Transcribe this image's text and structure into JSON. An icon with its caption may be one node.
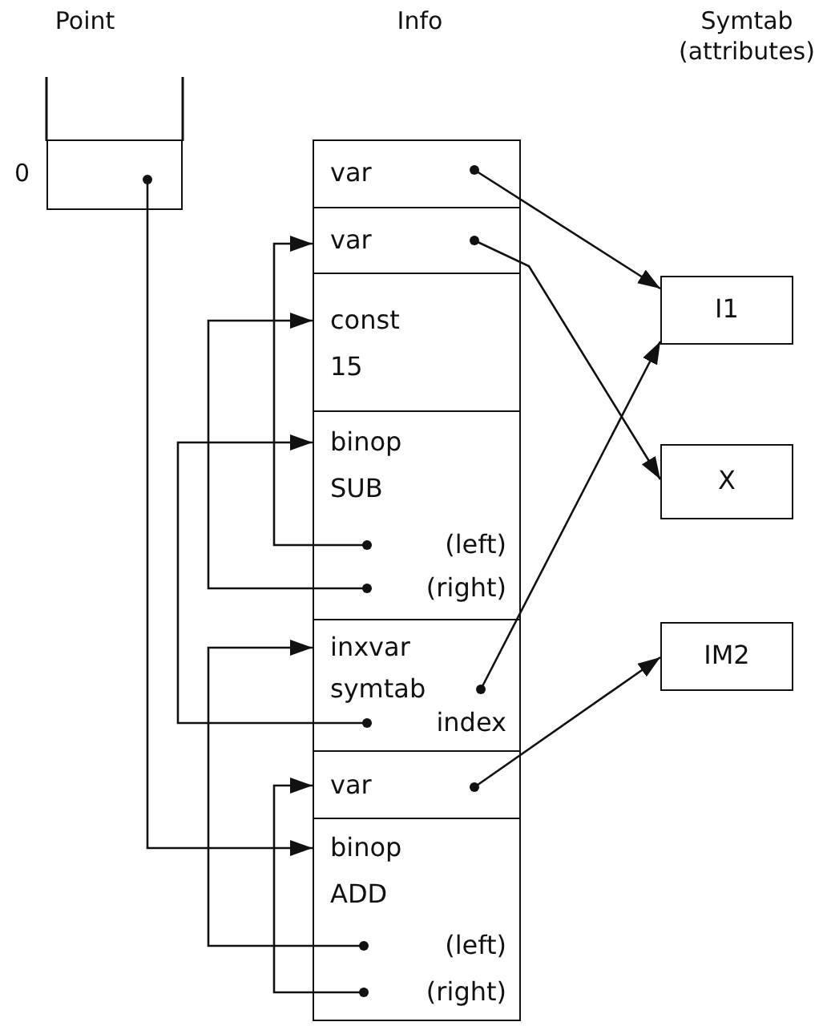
{
  "diagram": {
    "nodes": [
      {
        "text": [],
        "shape": "box",
        "beside": [
          "0"
        ]
      },
      {
        "text": [
          "var"
        ]
      },
      {
        "text": [
          "var"
        ]
      },
      {
        "text": [
          "const",
          "15"
        ]
      },
      {
        "text": [
          "binop",
          "SUB",
          "(left)",
          "(right)"
        ]
      },
      {
        "text": [
          "inxvar",
          "symtab",
          "index"
        ]
      },
      {
        "text": [
          "var"
        ]
      },
      {
        "text": [
          "binop",
          "ADD",
          "(left)",
          "(right)"
        ]
      },
      {
        "text": [
          "I1"
        ]
      },
      {
        "text": [
          "X"
        ]
      },
      {
        "text": [
          "IM2"
        ]
      }
    ],
    "edges": [
      {
        "from": 0,
        "to": 7,
        "arrow": "to"
      },
      {
        "from": 1,
        "to": 8,
        "arrow": "to"
      },
      {
        "from": 2,
        "to": 9,
        "arrow": "to"
      },
      {
        "from": 4,
        "to": 2,
        "arrow": "to"
      },
      {
        "from": 4,
        "to": 3,
        "arrow": "to"
      },
      {
        "from": 5,
        "to": 4,
        "arrow": "to"
      },
      {
        "from": 5,
        "to": 8,
        "arrow": "to"
      },
      {
        "from": 6,
        "to": 10,
        "arrow": "to"
      },
      {
        "from": 7,
        "to": 5,
        "arrow": "to"
      },
      {
        "from": 7,
        "to": 6,
        "arrow": "to"
      }
    ],
    "labels": [
      "Point",
      "Info",
      "Symtab (attributes)"
    ]
  }
}
